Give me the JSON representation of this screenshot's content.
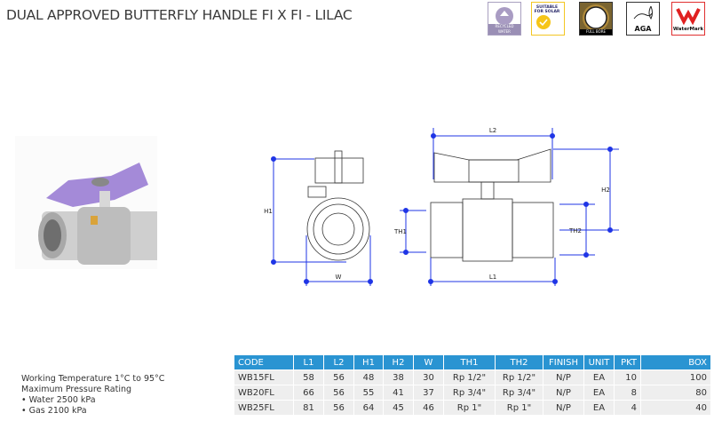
{
  "title": "DUAL APPROVED BUTTERFLY HANDLE FI X FI - LILAC",
  "badges": [
    {
      "icon": "recycle-icon",
      "label": "RECYCLED WATER"
    },
    {
      "icon": "sun-check-icon",
      "label": "SUITABLE FOR SOLAR"
    },
    {
      "icon": "full-bore-icon",
      "label": "FULL BORE"
    },
    {
      "icon": "aga-flame-icon",
      "label": "AGA"
    },
    {
      "icon": "watermark-icon",
      "label": "WaterMark"
    }
  ],
  "drawing_labels": {
    "h1": "H1",
    "w": "W",
    "l2": "L2",
    "h2": "H2",
    "th1": "TH1",
    "th2": "TH2",
    "l1": "L1"
  },
  "specs": {
    "temperature": "Working Temperature  1°C to 95°C",
    "pressure_heading": "Maximum Pressure Rating",
    "water": "• Water 2500 kPa",
    "gas": "• Gas 2100 kPa"
  },
  "table": {
    "headers": [
      "CODE",
      "L1",
      "L2",
      "H1",
      "H2",
      "W",
      "TH1",
      "TH2",
      "FINISH",
      "UNIT",
      "PKT",
      "BOX"
    ],
    "rows": [
      [
        "WB15FL",
        "58",
        "56",
        "48",
        "38",
        "30",
        "Rp 1/2\"",
        "Rp 1/2\"",
        "N/P",
        "EA",
        "10",
        "100"
      ],
      [
        "WB20FL",
        "66",
        "56",
        "55",
        "41",
        "37",
        "Rp 3/4\"",
        "Rp 3/4\"",
        "N/P",
        "EA",
        "8",
        "80"
      ],
      [
        "WB25FL",
        "81",
        "56",
        "64",
        "45",
        "46",
        "Rp 1\"",
        "Rp 1\"",
        "N/P",
        "EA",
        "4",
        "40"
      ]
    ]
  },
  "colors": {
    "header": "#2a94d2",
    "dimension": "#1f35e6",
    "handle": "#a48ad8"
  }
}
